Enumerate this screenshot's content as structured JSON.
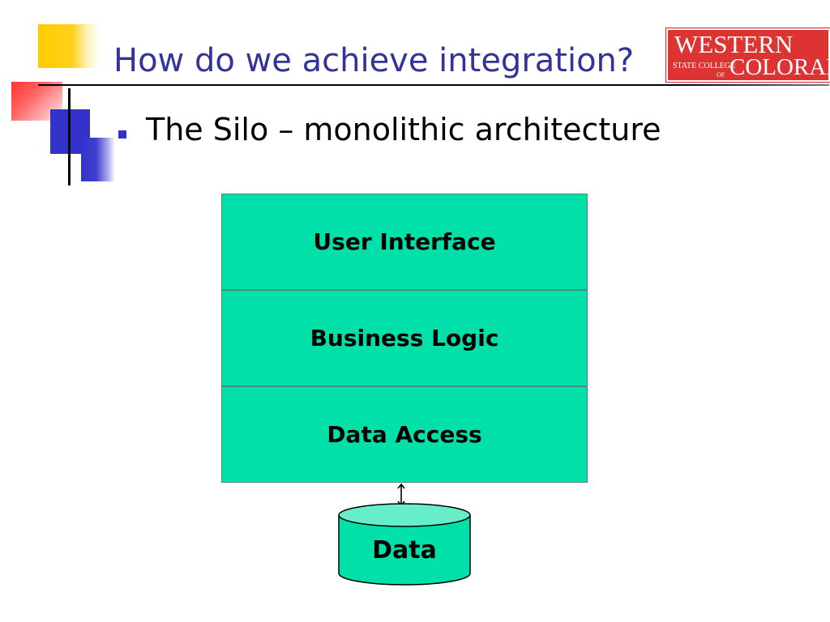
{
  "slide": {
    "title": "How do we achieve integration?",
    "bullets": [
      "The Silo – monolithic architecture"
    ]
  },
  "logo": {
    "line1": "WESTERN",
    "line2a": "STATE COLLEGE",
    "line2b": "OF",
    "line3": "COLORADO"
  },
  "diagram": {
    "layers": [
      "User Interface",
      "Business Logic",
      "Data Access"
    ],
    "datastore": "Data",
    "colors": {
      "layer_fill": "#00e0a8",
      "cylinder_fill": "#66eec8",
      "title": "#333399",
      "bullet": "#3333cc"
    }
  }
}
